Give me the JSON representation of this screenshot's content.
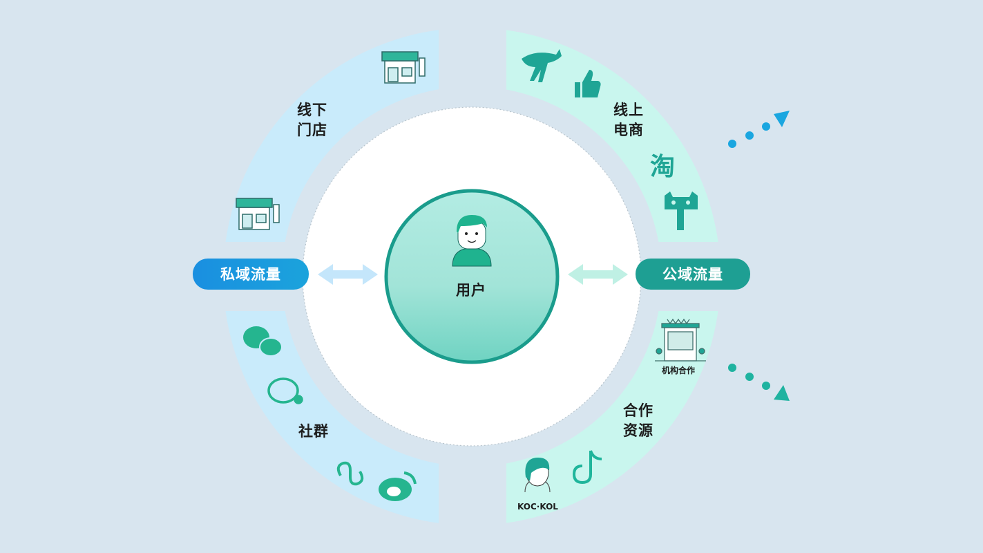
{
  "center": {
    "label": "用户",
    "icon": "user-avatar-icon"
  },
  "pills": {
    "private": "私域流量",
    "public": "公域流量"
  },
  "quadrants": {
    "top_left": {
      "label_line1": "线下",
      "label_line2": "门店",
      "icons": [
        "storefront-icon",
        "storefront-icon"
      ]
    },
    "bottom_left": {
      "label": "社群",
      "icons": [
        "wechat-icon",
        "chat-group-icon",
        "mini-program-icon",
        "weibo-icon"
      ]
    },
    "top_right": {
      "label_line1": "线上",
      "label_line2": "电商",
      "icons": [
        "jd-dog-icon",
        "thumbs-up-icon",
        "taobao-icon",
        "tmall-cat-icon"
      ]
    },
    "bottom_right": {
      "label_line1": "合作",
      "label_line2": "资源",
      "institution_label": "机构合作",
      "koc_label": "KOC·KOL",
      "icons": [
        "building-icon",
        "tiktok-icon",
        "influencer-icon"
      ]
    }
  },
  "colors": {
    "background": "#d8e5ef",
    "private_band": "#c9ebfb",
    "public_band": "#c9f6ee",
    "private_pill": "#1a95dd",
    "public_pill": "#1e9f93",
    "center_ring": "#1a9c8c"
  }
}
